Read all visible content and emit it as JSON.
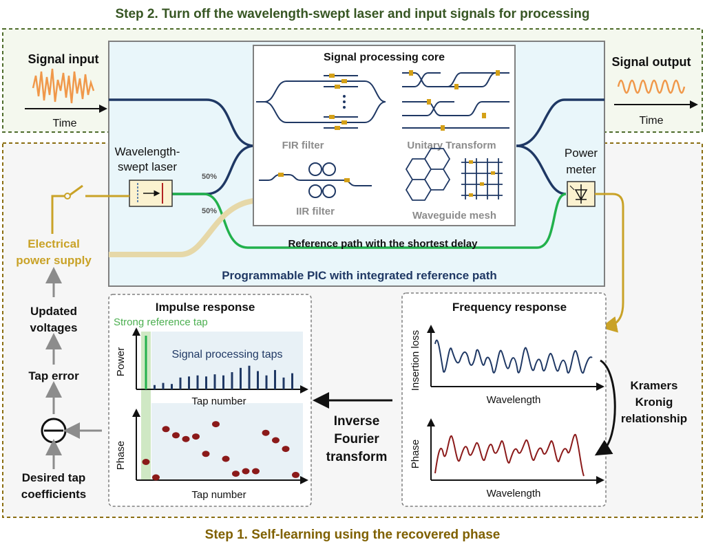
{
  "step2_title": "Step 2. Turn off the wavelength-swept laser and input signals for processing",
  "step1_title": "Step 1. Self-learning using the recovered phase",
  "signal_input": {
    "title": "Signal input",
    "axis": "Time"
  },
  "signal_output": {
    "title": "Signal output",
    "axis": "Time"
  },
  "laser": {
    "line1": "Wavelength-",
    "line2": "swept laser"
  },
  "split_upper": "50%",
  "split_lower": "50%",
  "core": {
    "title": "Signal processing core",
    "fir": "FIR filter",
    "unitary": "Unitary Transform",
    "iir": "IIR filter",
    "mesh": "Waveguide mesh"
  },
  "power_meter": {
    "line1": "Power",
    "line2": "meter"
  },
  "reference_path": "Reference path with the shortest delay",
  "pic_caption": "Programmable PIC with integrated reference path",
  "left_chain": {
    "supply_line1": "Electrical",
    "supply_line2": "power supply",
    "updated_line1": "Updated",
    "updated_line2": "voltages",
    "tap_error": "Tap error",
    "desired_line1": "Desired tap",
    "desired_line2": "coefficients"
  },
  "impulse": {
    "title": "Impulse response",
    "reference_tap": "Strong reference tap",
    "processing_taps": "Signal processing taps",
    "power_ylabel": "Power",
    "phase_ylabel": "Phase",
    "xlabel_top": "Tap number",
    "xlabel_bottom": "Tap number"
  },
  "ift": {
    "line1": "Inverse",
    "line2": "Fourier",
    "line3": "transform"
  },
  "frequency": {
    "title": "Frequency response",
    "loss_ylabel": "Insertion loss",
    "phase_ylabel": "Phase",
    "xlabel_top": "Wavelength",
    "xlabel_bottom": "Wavelength"
  },
  "kk": {
    "line1": "Kramers",
    "line2": "Kronig",
    "line3": "relationship"
  },
  "chart_data": {
    "type": "bar",
    "title": "Impulse response",
    "power_taps": [
      1.0,
      0.08,
      0.12,
      0.1,
      0.22,
      0.24,
      0.26,
      0.24,
      0.28,
      0.26,
      0.32,
      0.4,
      0.44,
      0.34,
      0.26,
      0.36,
      0.22,
      0.3
    ],
    "phase_taps": [
      0.25,
      0.0,
      0.78,
      0.68,
      0.62,
      0.66,
      0.38,
      0.86,
      0.3,
      0.06,
      0.1,
      0.1,
      0.72,
      0.6,
      0.46,
      0.04
    ]
  },
  "colors": {
    "dark_green": "#375623",
    "olive": "#7f6000",
    "navy": "#1f3864",
    "green": "#22b14c",
    "gold": "#c9a227",
    "orange": "#f0984a",
    "dark_red": "#8b1a1a",
    "pic_fill": "#e9f6fa"
  }
}
